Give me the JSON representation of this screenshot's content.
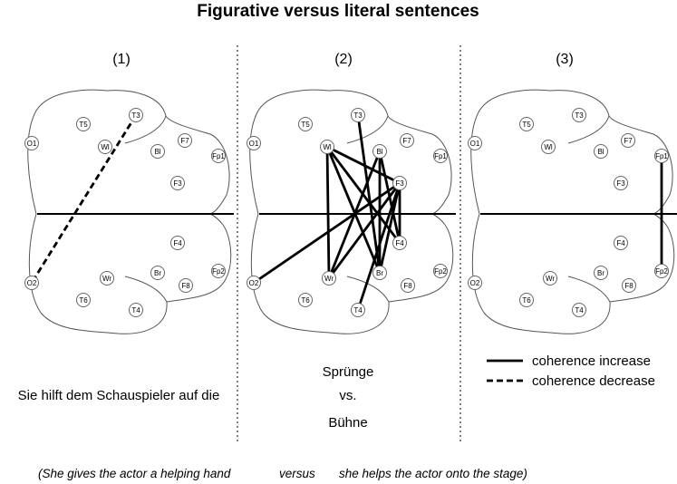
{
  "title": "Figurative versus literal sentences",
  "panels": [
    {
      "label": "(1)",
      "connections": [
        {
          "from": "T3",
          "to": "O2",
          "type": "decrease"
        }
      ]
    },
    {
      "label": "(2)",
      "connections": [
        {
          "from": "Wl",
          "to": "Wr",
          "type": "increase"
        },
        {
          "from": "Wl",
          "to": "F3",
          "type": "increase"
        },
        {
          "from": "Wl",
          "to": "F4",
          "type": "increase"
        },
        {
          "from": "Wl",
          "to": "Br",
          "type": "increase"
        },
        {
          "from": "T3",
          "to": "Br",
          "type": "increase"
        },
        {
          "from": "Bl",
          "to": "Br",
          "type": "increase"
        },
        {
          "from": "Bl",
          "to": "Wr",
          "type": "increase"
        },
        {
          "from": "Bl",
          "to": "F4",
          "type": "increase"
        },
        {
          "from": "F3",
          "to": "O2",
          "type": "increase"
        },
        {
          "from": "F3",
          "to": "Wr",
          "type": "increase"
        },
        {
          "from": "F3",
          "to": "Br",
          "type": "increase"
        },
        {
          "from": "F3",
          "to": "T4",
          "type": "increase"
        },
        {
          "from": "F3",
          "to": "F4",
          "type": "increase"
        }
      ]
    },
    {
      "label": "(3)",
      "connections": [
        {
          "from": "Fp1",
          "to": "Fp2",
          "type": "increase"
        }
      ]
    }
  ],
  "electrodes": [
    "T5",
    "T3",
    "O1",
    "Wl",
    "Bl",
    "F7",
    "Fp1",
    "F3",
    "F4",
    "Fp2",
    "O2",
    "Wr",
    "Br",
    "F8",
    "T6",
    "T4"
  ],
  "sentence_left": "Sie hilft dem Schauspieler auf die",
  "sentence_middle": [
    "Sprünge",
    "vs.",
    "Bühne"
  ],
  "legend": {
    "increase": "coherence increase",
    "decrease": "coherence decrease"
  },
  "caption": {
    "part1": "(She gives the actor a helping hand",
    "versus": "versus",
    "part2": "she helps the actor onto the stage)"
  }
}
